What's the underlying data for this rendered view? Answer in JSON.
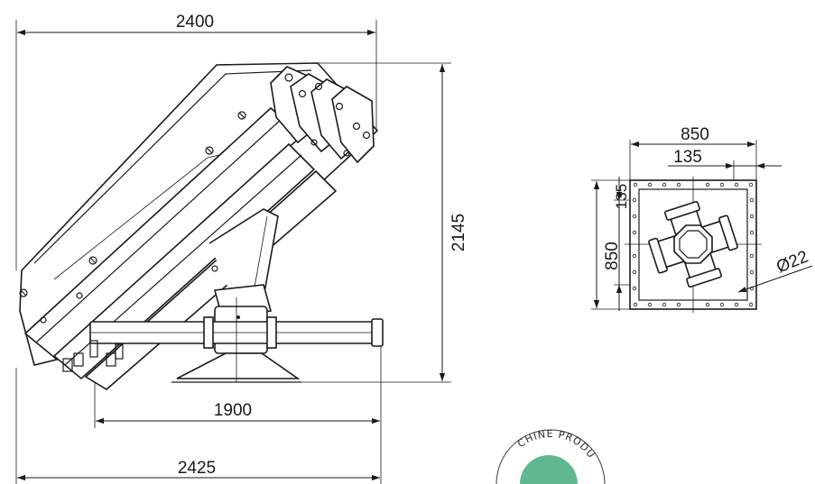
{
  "dimensions": {
    "top_width": "2400",
    "height": "2145",
    "base_span": "1900",
    "overall_width": "2425",
    "plate_width": "850",
    "plate_height": "850",
    "bolt_offset_x": "135",
    "bolt_offset_y": "135",
    "hole_diameter": "Ø22"
  },
  "stamp": {
    "text": "CHINE PRODU"
  },
  "colors": {
    "line": "#1a1a1a",
    "stamp_green": "#5fb88f",
    "background": "#ffffff"
  }
}
